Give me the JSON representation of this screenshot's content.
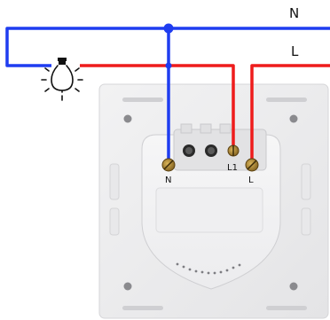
{
  "lines": {
    "neutral": {
      "label": "N",
      "color": "#1f3df0"
    },
    "live": {
      "label": "L",
      "color": "#ee1c1c"
    }
  },
  "terminals": [
    {
      "id": "neutral",
      "label": "N"
    },
    {
      "id": "load",
      "label": "L1"
    },
    {
      "id": "live",
      "label": "L"
    }
  ],
  "icons": {
    "lamp": "light-bulb-icon",
    "switch": "wall-switch-back-panel"
  }
}
